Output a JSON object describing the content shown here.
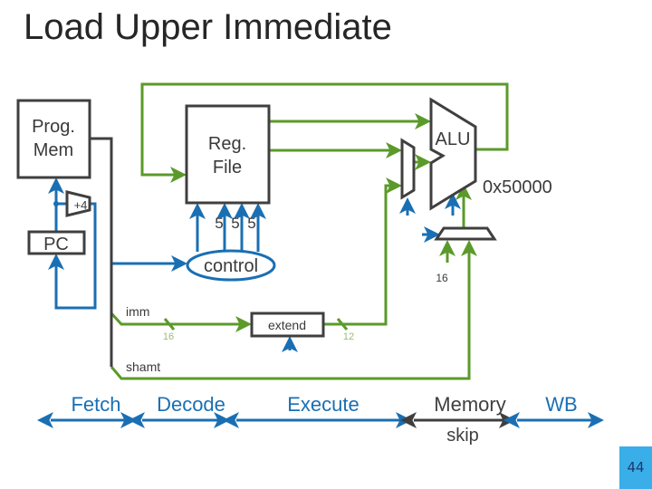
{
  "title": "Load Upper Immediate",
  "blocks": {
    "prog_mem": [
      "Prog.",
      "Mem"
    ],
    "reg_file": [
      "Reg.",
      "File"
    ],
    "alu": "ALU",
    "pc": "PC",
    "adder": "+4",
    "control": "control",
    "extend": "extend"
  },
  "annotations": {
    "alu_result": "0x50000",
    "reg_widths": [
      "5",
      "5",
      "5"
    ],
    "mux_input_width": "16",
    "imm_width": "16",
    "extend_out_width": "12",
    "imm_label": "imm",
    "shamt_label": "shamt"
  },
  "stages": [
    {
      "label": "Fetch",
      "state": "active"
    },
    {
      "label": "Decode",
      "state": "active"
    },
    {
      "label": "Execute",
      "state": "active"
    },
    {
      "label": "Memory",
      "state": "skipped",
      "note": "skip"
    },
    {
      "label": "WB",
      "state": "active"
    }
  ],
  "colors": {
    "block": "#3f3f3f",
    "data_path": "#5b9a2a",
    "control_path": "#1a6fb3",
    "stage_active": "#1a6fb3",
    "stage_skipped": "#3f3f3f",
    "width_label": "#9cbb7a",
    "page_badge": "#3aaee8"
  },
  "page_number": "44"
}
